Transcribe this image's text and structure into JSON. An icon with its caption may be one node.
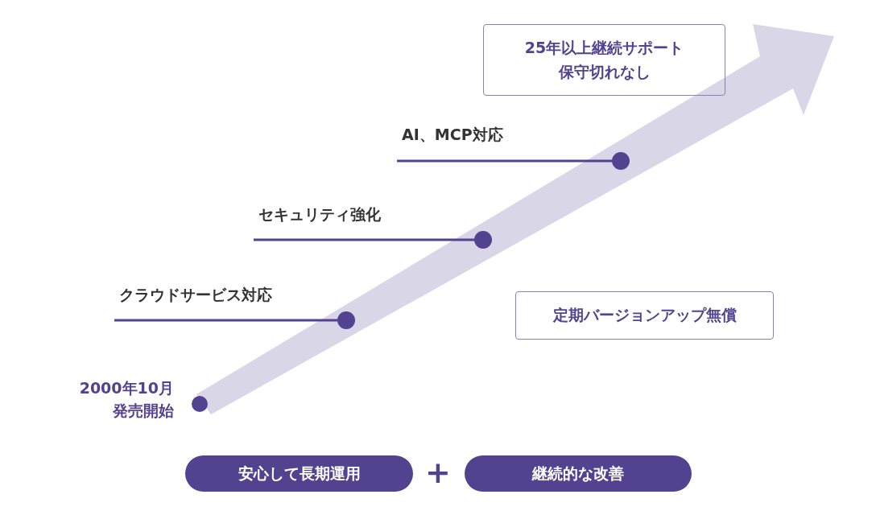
{
  "diagram": {
    "nodes": [
      {
        "text": [],
        "shape": "circle",
        "beside": [
          "2000年10月",
          "発売開始"
        ]
      },
      {
        "text": [
          "クラウドサービス対応"
        ]
      },
      {
        "text": [],
        "shape": "circle"
      },
      {
        "text": [
          "セキュリティ強化"
        ]
      },
      {
        "text": [],
        "shape": "circle"
      },
      {
        "text": [
          "AI、MCP対応"
        ]
      },
      {
        "text": [],
        "shape": "circle"
      },
      {
        "text": [
          "25年以上継続サポート",
          "保守切れなし"
        ]
      },
      {
        "text": [
          "定期バージョンアップ無償"
        ]
      },
      {
        "text": [
          "安心して長期運用"
        ]
      },
      {
        "text": [
          "継続的な改善"
        ]
      }
    ],
    "edges": [
      {
        "from": 1,
        "to": 2,
        "arrow": "none"
      },
      {
        "from": 3,
        "to": 4,
        "arrow": "none"
      },
      {
        "from": 5,
        "to": 6,
        "arrow": "none"
      }
    ],
    "labels": [
      "+"
    ]
  }
}
